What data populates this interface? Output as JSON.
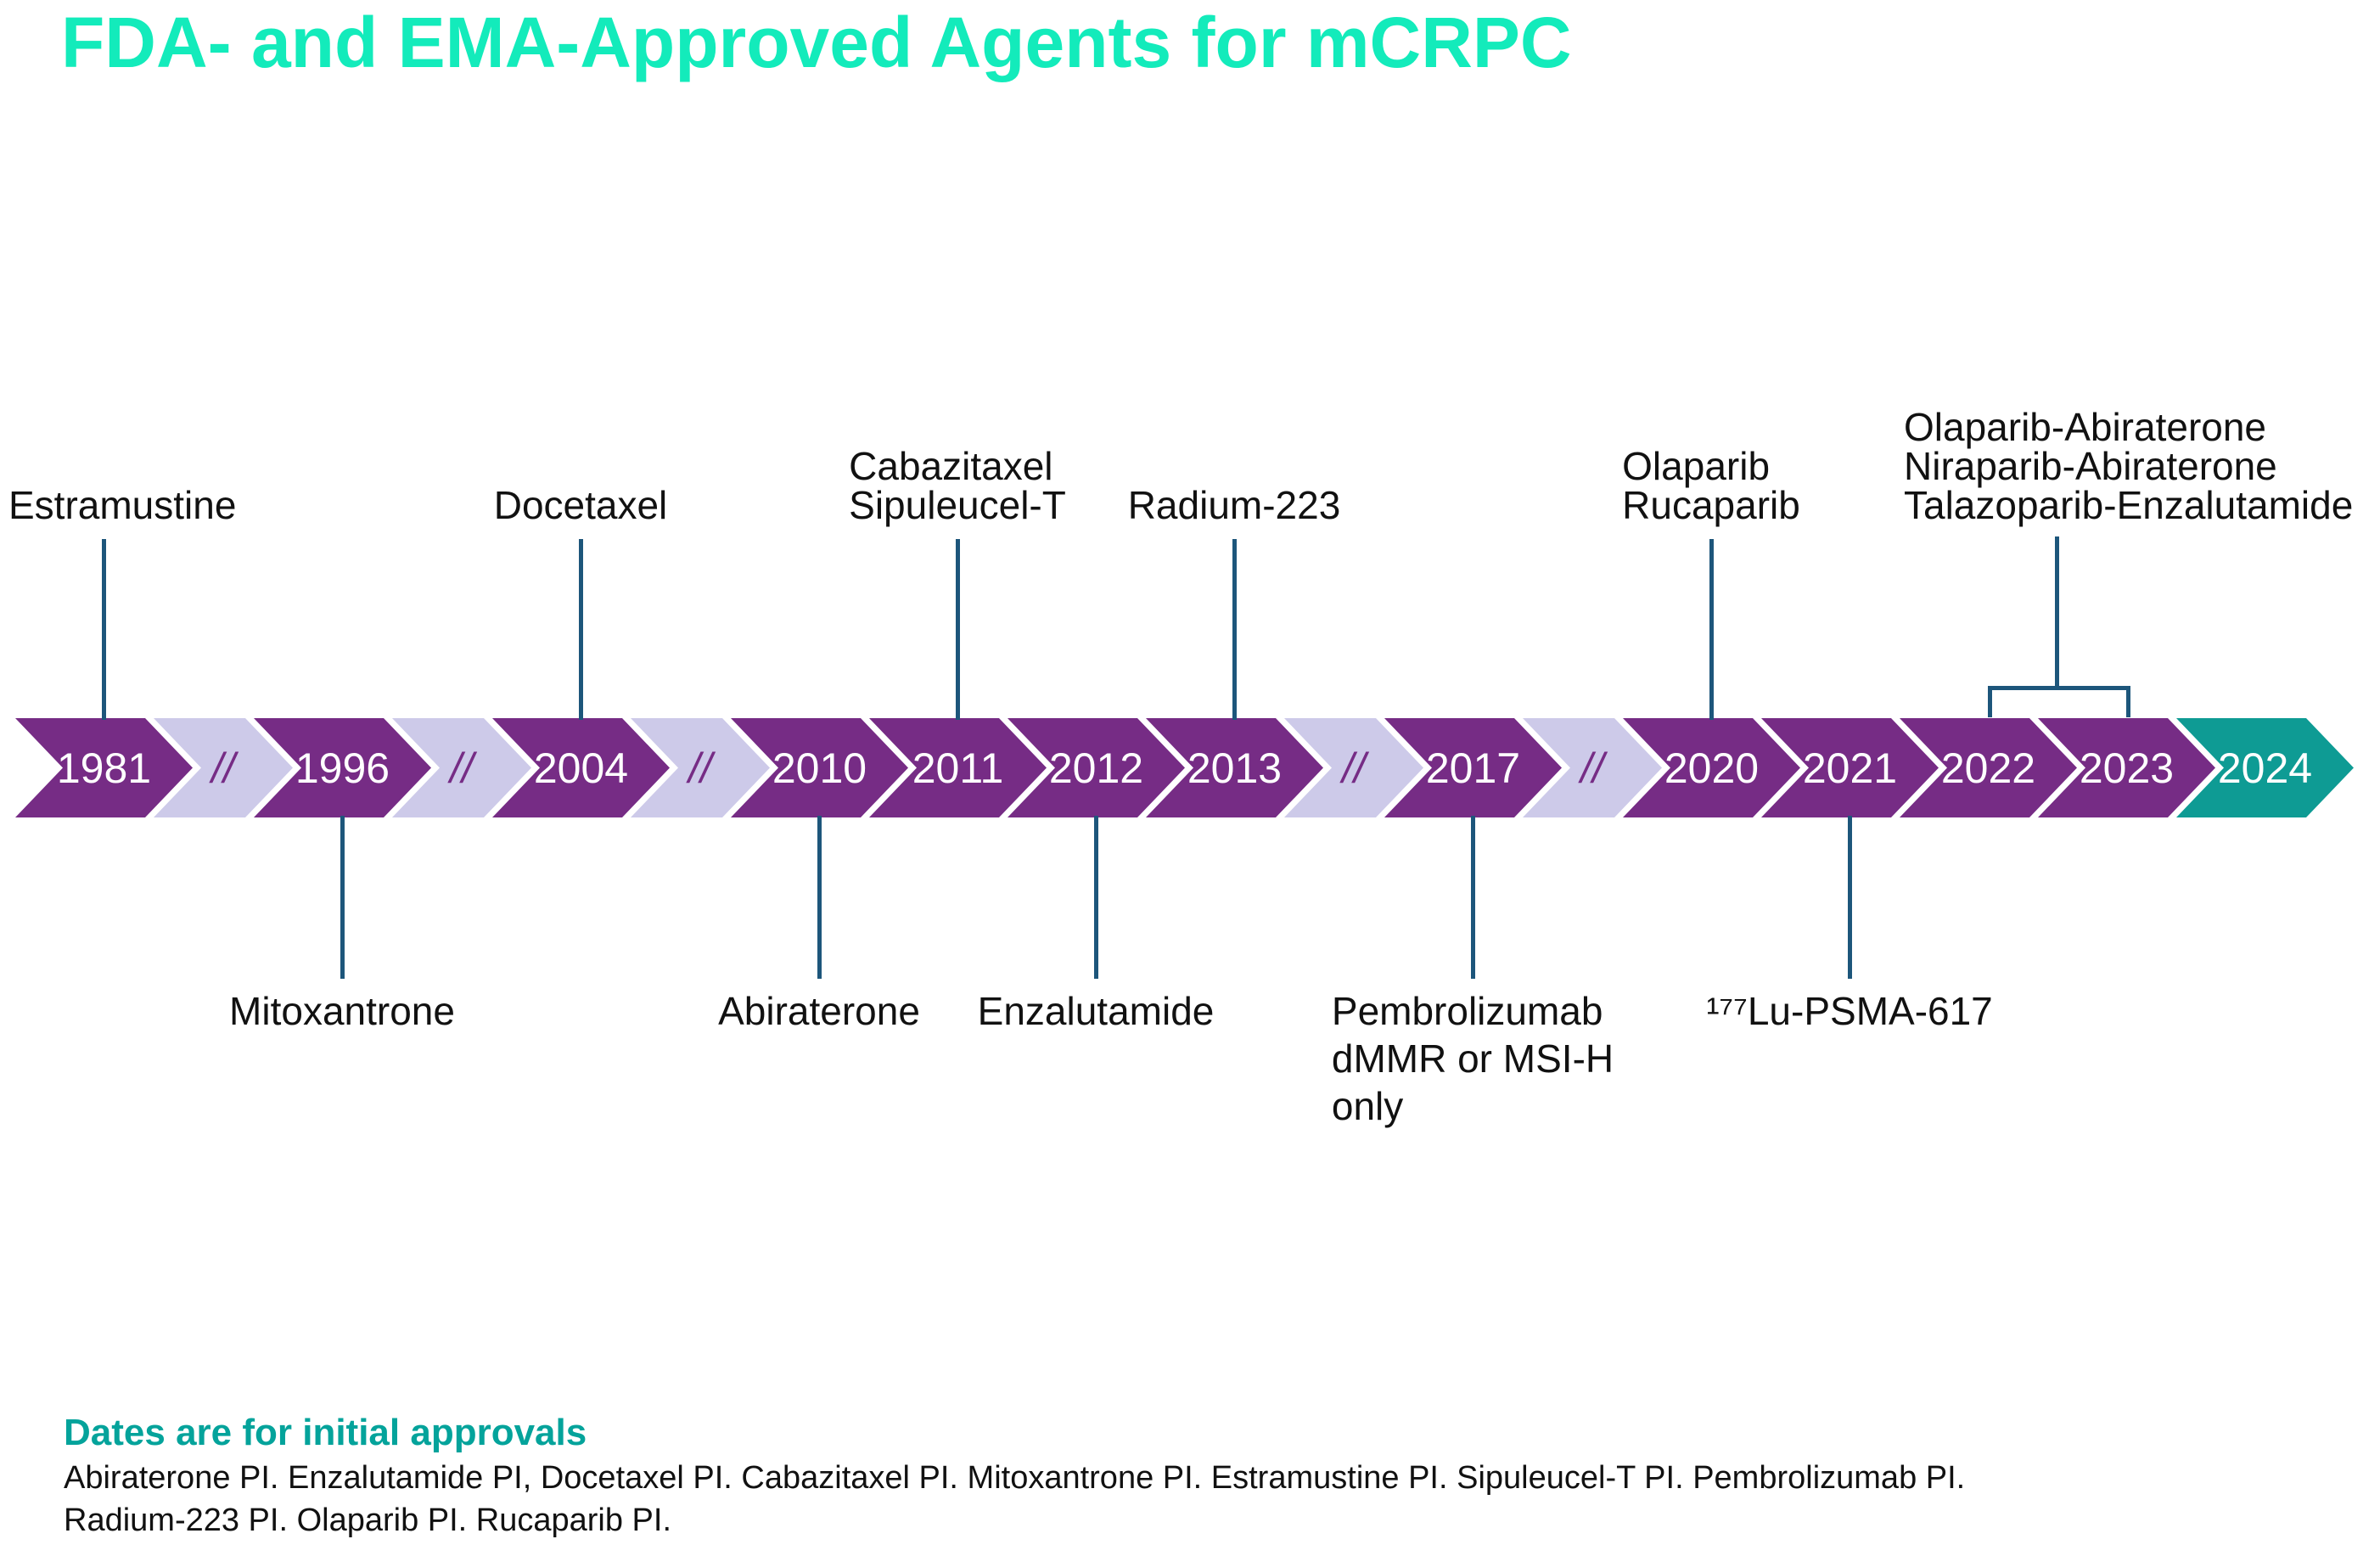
{
  "title": "FDA- and EMA-Approved Agents for mCRPC",
  "colors": {
    "title_accent": "#13EBBB",
    "chevron_year": "#762C85",
    "chevron_gap": "#CDCAE9",
    "chevron_final": "#0E9B94",
    "connector_line": "#1D567B",
    "footer_accent": "#04A39B"
  },
  "timeline": {
    "segments": [
      {
        "label": "1981",
        "type": "year"
      },
      {
        "label": "//",
        "type": "gap"
      },
      {
        "label": "1996",
        "type": "year"
      },
      {
        "label": "//",
        "type": "gap"
      },
      {
        "label": "2004",
        "type": "year"
      },
      {
        "label": "//",
        "type": "gap"
      },
      {
        "label": "2010",
        "type": "year"
      },
      {
        "label": "2011",
        "type": "year"
      },
      {
        "label": "2012",
        "type": "year"
      },
      {
        "label": "2013",
        "type": "year"
      },
      {
        "label": "//",
        "type": "gap"
      },
      {
        "label": "2017",
        "type": "year"
      },
      {
        "label": "//",
        "type": "gap"
      },
      {
        "label": "2020",
        "type": "year"
      },
      {
        "label": "2021",
        "type": "year"
      },
      {
        "label": "2022",
        "type": "year"
      },
      {
        "label": "2023",
        "type": "year"
      },
      {
        "label": "2024",
        "type": "final"
      }
    ]
  },
  "annotations_top": [
    {
      "label": "Estramustine",
      "year": "1981"
    },
    {
      "label": "Docetaxel",
      "year": "2004"
    },
    {
      "label": "Cabazitaxel\nSipuleucel-T",
      "year": "2011"
    },
    {
      "label": "Radium-223",
      "year": "2013"
    },
    {
      "label": "Olaparib\nRucaparib",
      "year": "2020"
    },
    {
      "label": "Olaparib-Abiraterone\nNiraparib-Abiraterone\nTalazoparib-Enzalutamide",
      "year": "2022-2023"
    }
  ],
  "annotations_bottom": [
    {
      "label": "Mitoxantrone",
      "year": "1996"
    },
    {
      "label": "Abiraterone",
      "year": "2010"
    },
    {
      "label": "Enzalutamide",
      "year": "2012"
    },
    {
      "label": "Pembrolizumab\ndMMR or MSI-H\nonly",
      "year": "2017"
    },
    {
      "label": "¹⁷⁷Lu-PSMA-617",
      "year": "2021"
    }
  ],
  "footer": {
    "heading": "Dates are for initial approvals",
    "note_line1": "Abiraterone PI. Enzalutamide PI, Docetaxel PI. Cabazitaxel PI. Mitoxantrone PI. Estramustine PI. Sipuleucel-T PI.  Pembrolizumab PI.",
    "note_line2": "Radium-223 PI. Olaparib PI. Rucaparib PI."
  }
}
